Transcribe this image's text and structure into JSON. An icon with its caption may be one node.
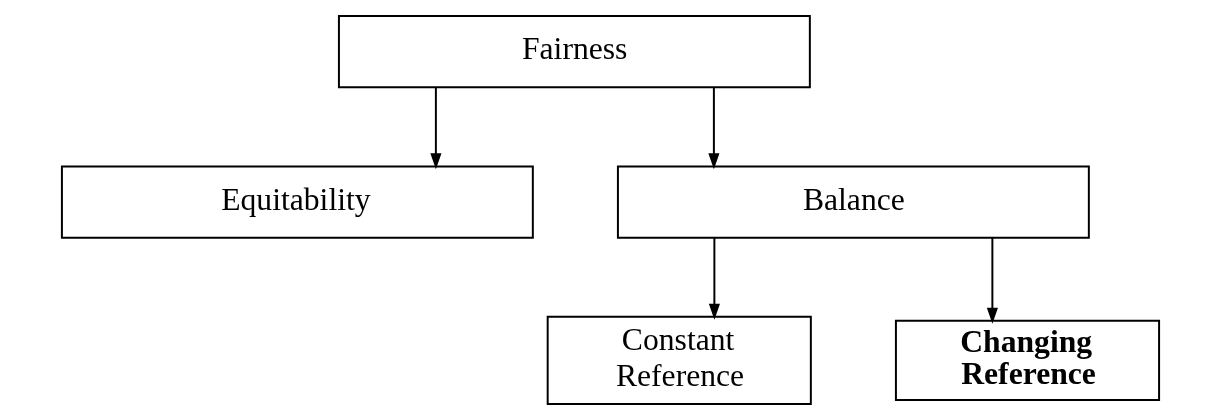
{
  "diagram": {
    "nodes": [
      {
        "text": [
          "Fairness"
        ]
      },
      {
        "text": [
          "Equitability"
        ]
      },
      {
        "text": [
          "Balance"
        ]
      },
      {
        "text": [
          "Constant Reference"
        ]
      },
      {
        "text": [
          "Changing Reference"
        ]
      }
    ],
    "edges": [
      {
        "from": 0,
        "to": 1,
        "arrow": "to"
      },
      {
        "from": 0,
        "to": 2,
        "arrow": "to"
      },
      {
        "from": 2,
        "to": 3,
        "arrow": "to"
      },
      {
        "from": 2,
        "to": 4,
        "arrow": "to"
      }
    ]
  }
}
